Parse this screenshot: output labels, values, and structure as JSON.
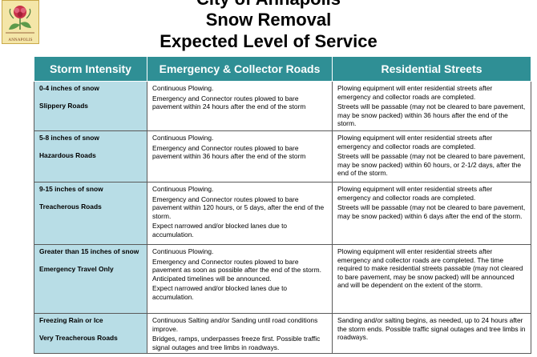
{
  "logo": {
    "text": "ANNAPOLIS",
    "icon": "city-seal-icon"
  },
  "title": {
    "line1": "City of Annapolis",
    "line2": "Snow Removal",
    "line3": "Expected Level of Service"
  },
  "table": {
    "headers": [
      "Storm Intensity",
      "Emergency & Collector Roads",
      "Residential Streets"
    ],
    "colors": {
      "header_bg": "#2f8f95",
      "first_column_bg": "#b8dde6"
    },
    "rows": [
      {
        "snow": "0-4 inches of snow",
        "condition": "Slippery Roads",
        "emergency": [
          "Continuous Plowing.",
          "Emergency and Connector routes plowed to bare pavement within 24 hours after the end of the storm"
        ],
        "residential": [
          "Plowing equipment will enter residential streets after emergency and collector roads are completed.",
          "Streets will be passable (may not be cleared to bare pavement, may be snow packed) within 36 hours after the end of the storm."
        ]
      },
      {
        "snow": "5-8 inches of snow",
        "condition": "Hazardous Roads",
        "emergency": [
          "Continuous Plowing.",
          "Emergency and Connector routes plowed to bare pavement within 36 hours after the end of the storm"
        ],
        "residential": [
          "Plowing equipment will enter residential streets after emergency and collector roads are completed.",
          "Streets will be passable (may not be cleared to bare pavement, may be snow packed) within 60 hours, or 2-1/2 days, after the end of the storm."
        ]
      },
      {
        "snow": "9-15 inches of snow",
        "condition": "Treacherous Roads",
        "emergency": [
          "Continuous Plowing.",
          "Emergency and Connector routes plowed to bare pavement within 120 hours, or 5 days, after the end of the storm.",
          "Expect narrowed and/or blocked lanes due to accumulation."
        ],
        "residential": [
          "Plowing equipment will enter residential streets after emergency and collector roads are completed.",
          "Streets will be passable (may not be cleared to bare pavement, may be snow packed) within 6 days after the end of the storm."
        ]
      },
      {
        "snow": "Greater than 15 inches of snow",
        "condition": "Emergency Travel Only",
        "emergency": [
          "Continuous Plowing.",
          "Emergency and Connector routes plowed to bare pavement as soon as possible after the end of the storm. Anticipated timelines will be announced.",
          "Expect narrowed and/or blocked lanes due to accumulation."
        ],
        "residential": [
          "Plowing equipment will enter residential streets after emergency and collector roads are completed. The time required to make residential streets passable (may not cleared to bare pavement, may be snow packed) will be announced and will be dependent on the extent of the storm."
        ]
      },
      {
        "snow": "Freezing Rain or Ice",
        "condition": "Very Treacherous Roads",
        "emergency": [
          "Continuous Salting and/or Sanding until road conditions improve.",
          "Bridges, ramps, underpasses freeze first. Possible traffic signal outages and tree limbs in roadways."
        ],
        "residential": [
          "Sanding and/or salting begins, as needed, up to 24 hours after the storm ends. Possible traffic signal outages and tree limbs in roadways."
        ]
      }
    ]
  }
}
